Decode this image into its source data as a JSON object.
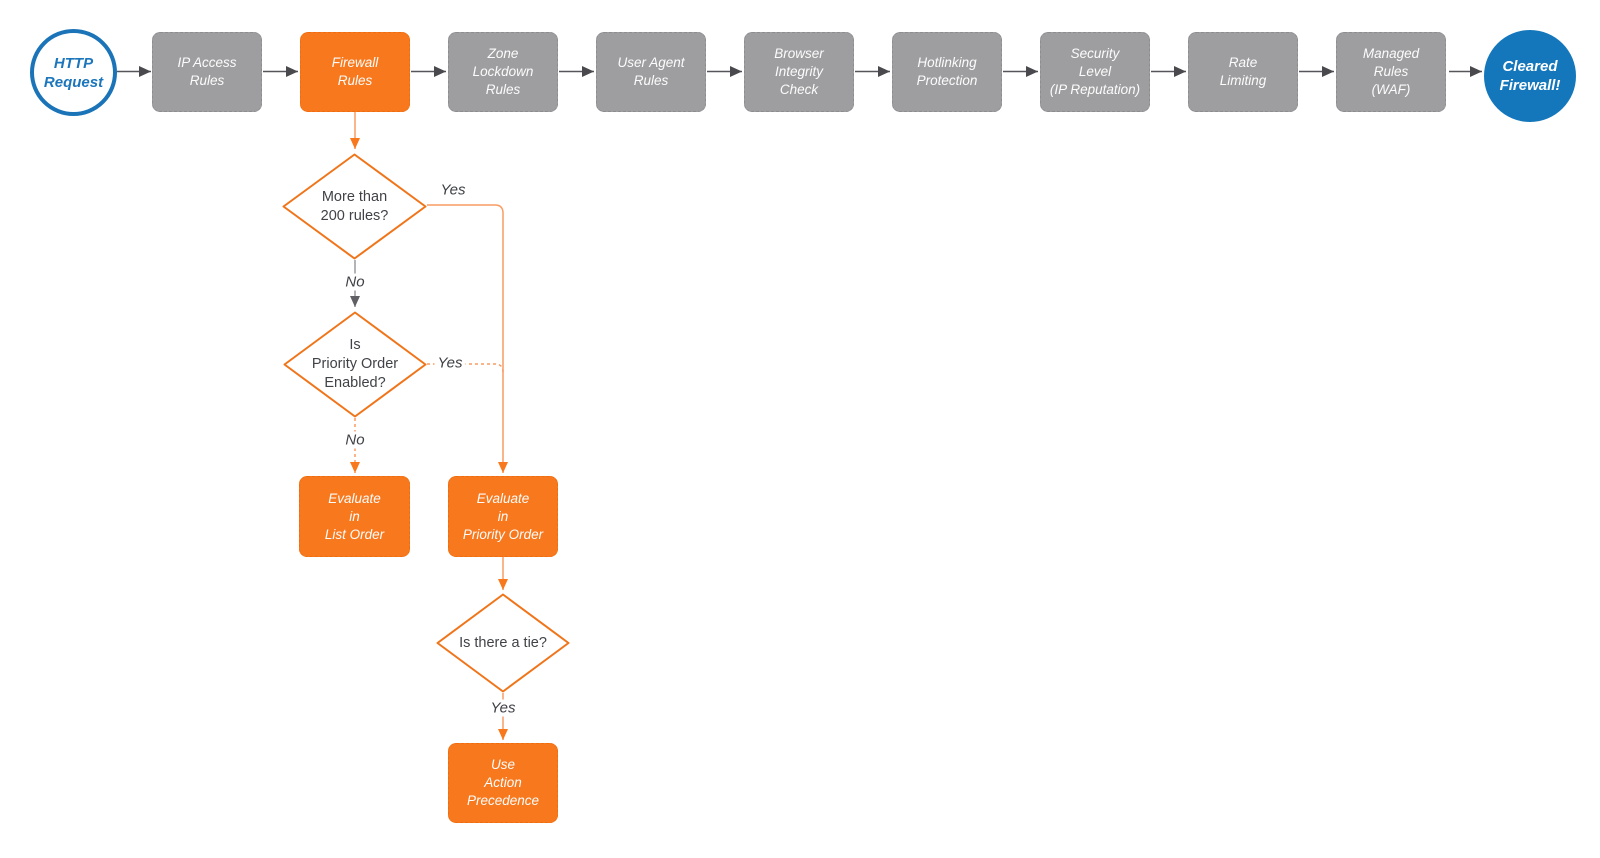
{
  "flowchart": {
    "start": {
      "label": "HTTP\nRequest"
    },
    "end": {
      "label": "Cleared\nFirewall!"
    },
    "pipeline": [
      {
        "label": "IP Access\nRules"
      },
      {
        "label": "Firewall\nRules"
      },
      {
        "label": "Zone\nLockdown\nRules"
      },
      {
        "label": "User Agent\nRules"
      },
      {
        "label": "Browser\nIntegrity\nCheck"
      },
      {
        "label": "Hotlinking\nProtection"
      },
      {
        "label": "Security\nLevel\n(IP Reputation)"
      },
      {
        "label": "Rate\nLimiting"
      },
      {
        "label": "Managed\nRules\n(WAF)"
      }
    ],
    "decisions": [
      {
        "label": "More than\n200 rules?"
      },
      {
        "label": "Is\nPriority Order\nEnabled?"
      },
      {
        "label": "Is there a tie?"
      }
    ],
    "actions": [
      {
        "label": "Evaluate\nin\nList Order"
      },
      {
        "label": "Evaluate\nin\nPriority Order"
      },
      {
        "label": "Use\nAction\nPrecedence"
      }
    ],
    "edge_labels": [
      "Yes",
      "No",
      "Yes",
      "No",
      "Yes"
    ],
    "colors": {
      "orange_fill": "#F8791D",
      "orange_border": "#EF6C10",
      "orange_connector": "#F99C63",
      "gray_fill": "#9E9EA1",
      "gray_border": "#8D8D90",
      "gray_arrow": "#4A4A4E",
      "gray_connector": "#9B9B9E",
      "blue_fill": "#1477BC",
      "blue_border": "#1B74B8",
      "text_dark": "#404247"
    }
  }
}
